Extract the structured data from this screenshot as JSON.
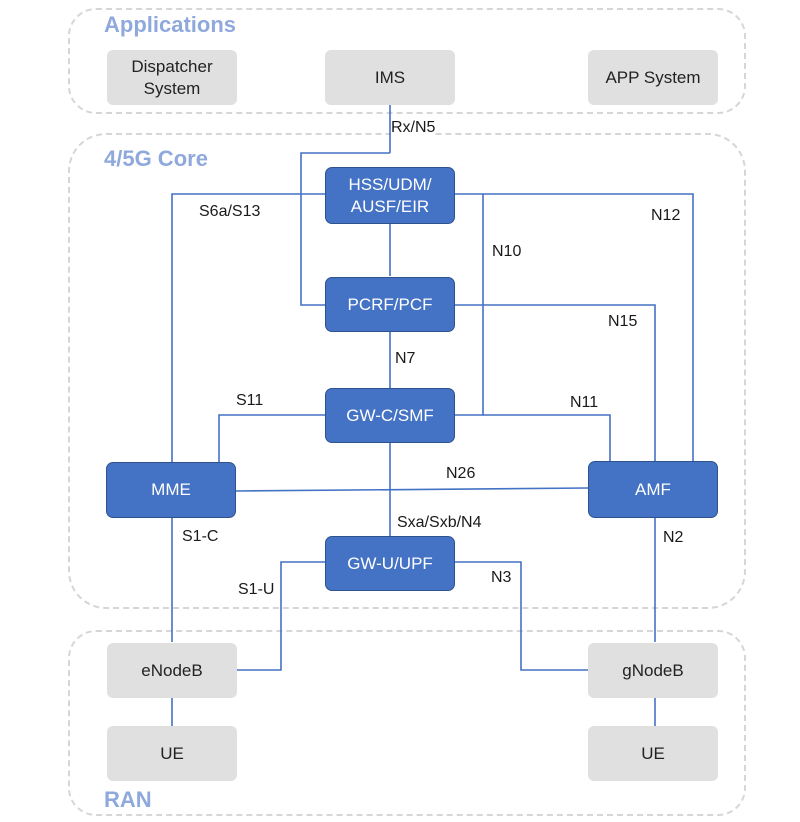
{
  "zones": {
    "applications": "Applications",
    "core": "4/5G Core",
    "ran": "RAN"
  },
  "nodes": {
    "dispatcher": "Dispatcher\nSystem",
    "ims": "IMS",
    "app_system": "APP System",
    "hss": "HSS/UDM/\nAUSF/EIR",
    "pcrf": "PCRF/PCF",
    "gwc": "GW-C/SMF",
    "mme": "MME",
    "amf": "AMF",
    "gwu": "GW-U/UPF",
    "enodeb": "eNodeB",
    "gnodeb": "gNodeB",
    "ue_left": "UE",
    "ue_right": "UE"
  },
  "interfaces": {
    "rx_n5": "Rx/N5",
    "s6a_s13": "S6a/S13",
    "n12": "N12",
    "n10": "N10",
    "n15": "N15",
    "n7": "N7",
    "s11": "S11",
    "n11": "N11",
    "n26": "N26",
    "s1c": "S1-C",
    "sxa": "Sxa/Sxb/N4",
    "n2": "N2",
    "n3": "N3",
    "s1u": "S1-U"
  },
  "colors": {
    "core_node": "#4472c4",
    "edge_node": "#e0e0e0",
    "link": "#4472c4",
    "zone_title": "#8fa9dc",
    "zone_border": "#d6d6d6"
  }
}
